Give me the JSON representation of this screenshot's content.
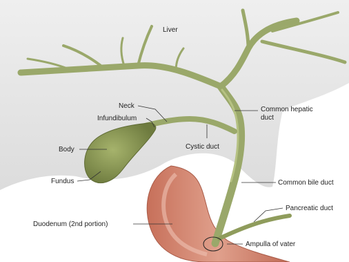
{
  "labels": {
    "liver": "Liver",
    "neck": "Neck",
    "infundibulum": "Infundibulum",
    "body": "Body",
    "fundus": "Fundus",
    "duodenum": "Duodenum (2nd portion)",
    "common_hepatic_line1": "Common hepatic",
    "common_hepatic_line2": "duct",
    "cystic_duct": "Cystic duct",
    "common_bile_duct": "Common bile duct",
    "pancreatic_duct": "Pancreatic duct",
    "ampulla": "Ampulla of vater"
  },
  "colors": {
    "liver": "#e6e6e6",
    "duct": "#9aa86a",
    "duct_dark": "#6f7d45",
    "gallbladder": "#8e9c55",
    "duodenum": "#d98870",
    "duodenum_inner": "#e8b1a0"
  }
}
